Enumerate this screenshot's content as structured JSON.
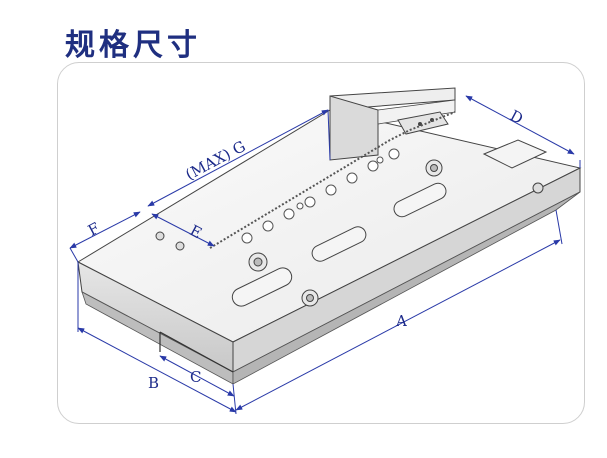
{
  "title": "规格尺寸",
  "dimensions": {
    "max_g": "(MAX) G",
    "a": "A",
    "b": "B",
    "c": "C",
    "d": "D",
    "e": "E",
    "f": "F"
  },
  "colors": {
    "title": "#1f2f80",
    "dimension_lines": "#2a3aa8",
    "outline": "#333333"
  }
}
